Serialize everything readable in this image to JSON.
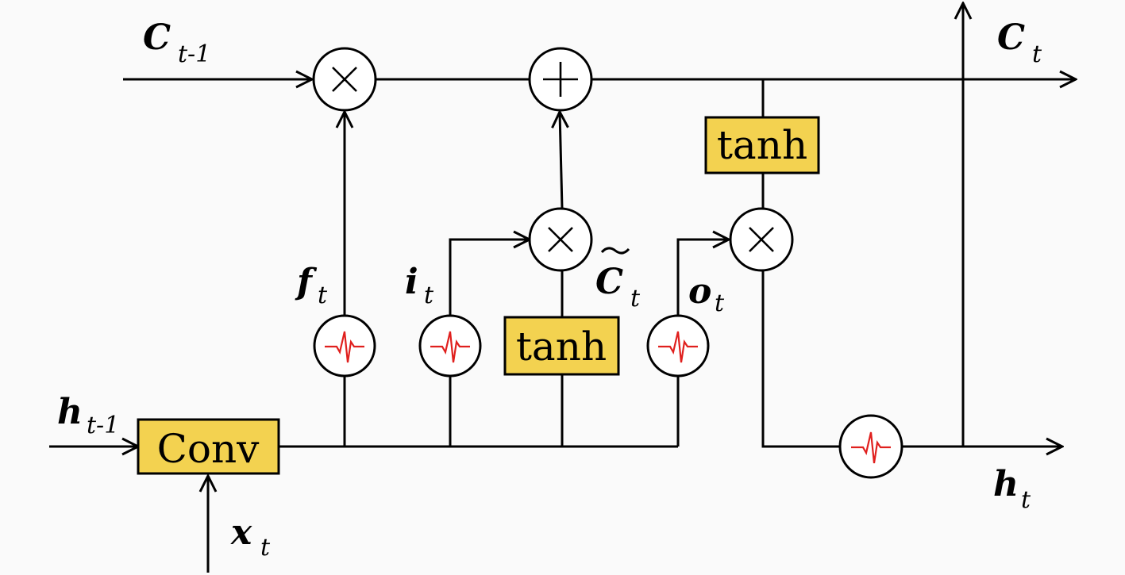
{
  "boxes": {
    "conv": "Conv",
    "tanh_cell": "tanh",
    "tanh_candidate": "tanh"
  },
  "labels": {
    "c_prev": {
      "main": "C",
      "sub": "t-1"
    },
    "c_t": {
      "main": "C",
      "sub": "t"
    },
    "h_prev": {
      "main": "h",
      "sub": "t-1"
    },
    "h_t": {
      "main": "h",
      "sub": "t"
    },
    "x_t": {
      "main": "x",
      "sub": "t"
    },
    "f_t": {
      "main": "f",
      "sub": "t"
    },
    "i_t": {
      "main": "i",
      "sub": "t"
    },
    "o_t": {
      "main": "o",
      "sub": "t"
    },
    "c_tilde": {
      "main": "C",
      "sub": "t"
    }
  },
  "operators": {
    "multiply": "multiply-icon",
    "add": "plus-icon",
    "activation": "sigmoid-waveform-icon"
  },
  "colors": {
    "box_fill": "#f3d250",
    "activation_stroke": "#e0201e"
  }
}
